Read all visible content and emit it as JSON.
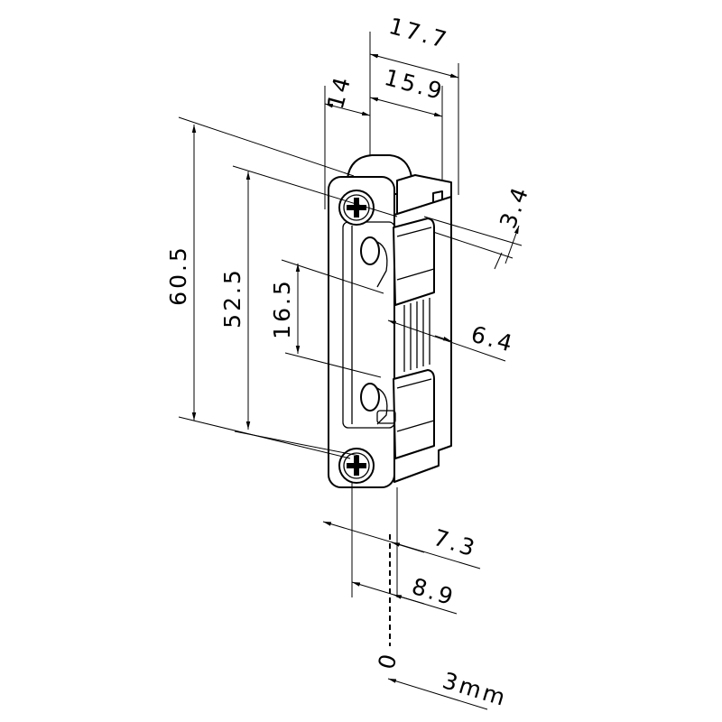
{
  "dimensions": {
    "width_total": "17.7",
    "width_inner": "15.9",
    "depth_front": "14",
    "offset_top": "3.4",
    "height_total": "60.5",
    "screw_spacing": "52.5",
    "latch_spacing": "16.5",
    "latch_gap": "6.4",
    "offset_a": "7.3",
    "offset_b": "8.9",
    "zero_mark": "0",
    "adjust_range": "3mm"
  },
  "colors": {
    "line": "#000000",
    "background": "#ffffff"
  }
}
